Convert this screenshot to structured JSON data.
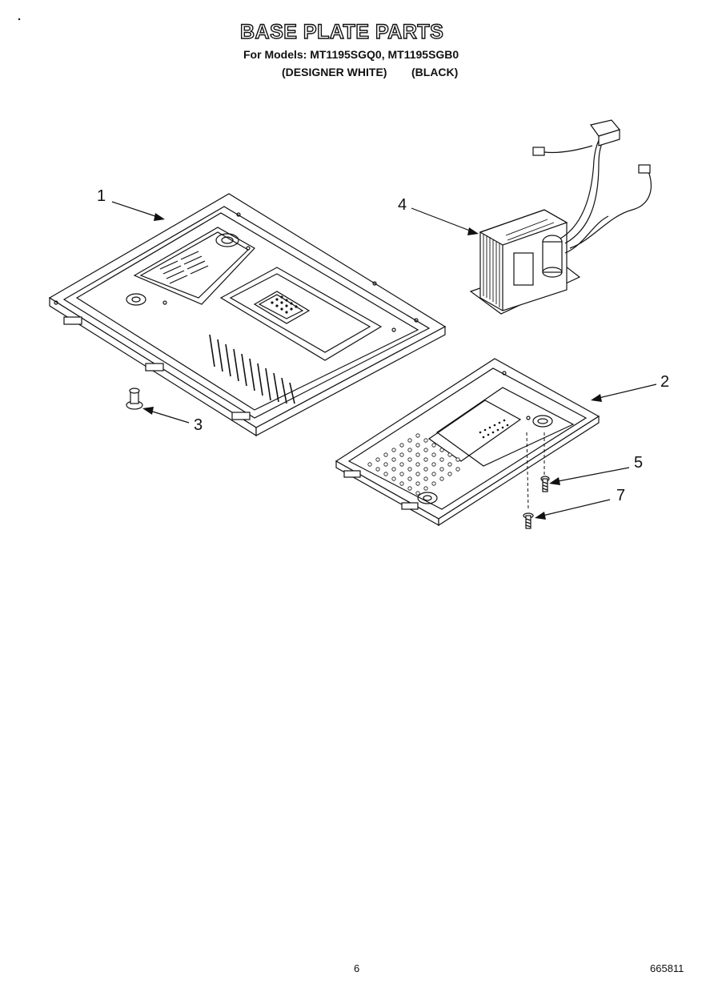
{
  "header": {
    "title": "BASE PLATE PARTS",
    "models_line": "For Models: MT1195SGQ0, MT1195SGB0",
    "variant_white": "(DESIGNER WHITE)",
    "variant_black": "(BLACK)"
  },
  "callouts": [
    {
      "number": "1",
      "part": "large base plate"
    },
    {
      "number": "2",
      "part": "small base plate"
    },
    {
      "number": "3",
      "part": "foot"
    },
    {
      "number": "4",
      "part": "transformer with wire harness"
    },
    {
      "number": "5",
      "part": "screw"
    },
    {
      "number": "7",
      "part": "screw"
    }
  ],
  "footer": {
    "page_number": "6",
    "doc_code": "665811"
  }
}
